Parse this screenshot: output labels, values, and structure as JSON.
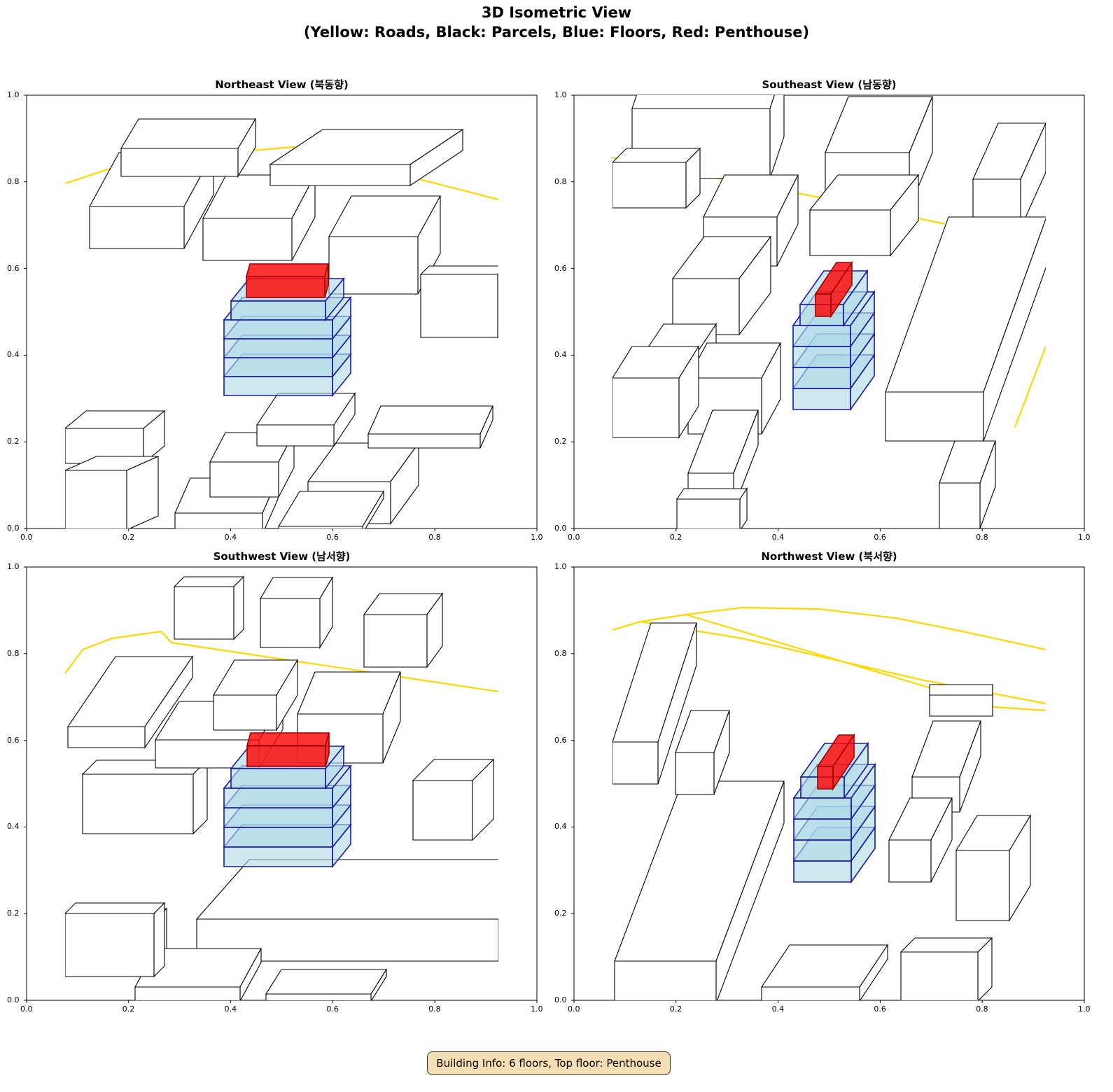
{
  "title": {
    "line1": "3D Isometric View",
    "line2": "(Yellow: Roads, Black: Parcels, Blue: Floors, Red: Penthouse)"
  },
  "panels": [
    {
      "title": "Northeast View (북동향)"
    },
    {
      "title": "Southeast View (남동향)"
    },
    {
      "title": "Southwest View (남서향)"
    },
    {
      "title": "Northwest View (북서향)"
    }
  ],
  "ticks": [
    "0.0",
    "0.2",
    "0.4",
    "0.6",
    "0.8",
    "1.0"
  ],
  "footer": "Building Info: 6 floors, Top floor: Penthouse",
  "colors": {
    "road": "#ffd700",
    "parcel": "#000000",
    "floor_fill": "#add8e6",
    "floor_edge": "#1a1aa0",
    "penthouse": "#ff0000"
  }
}
